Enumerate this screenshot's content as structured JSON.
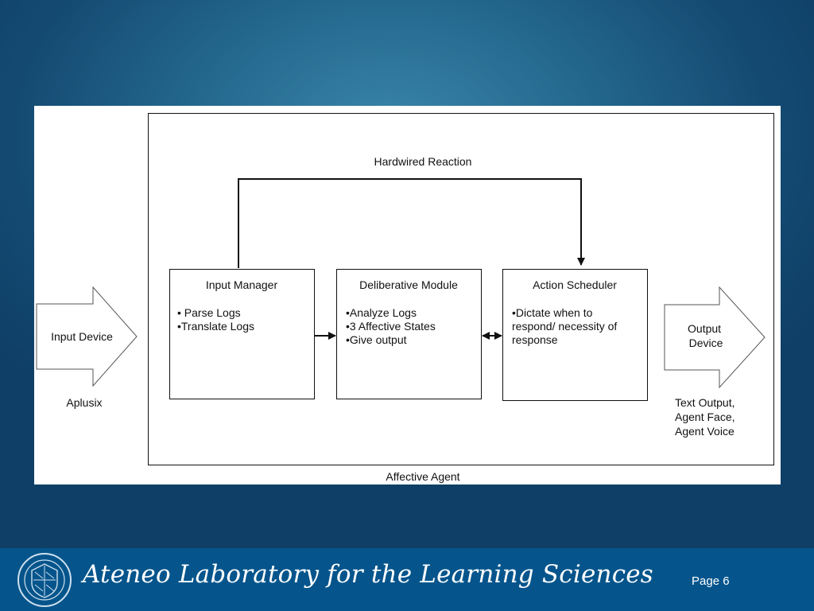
{
  "diagram": {
    "hardwired_reaction": "Hardwired Reaction",
    "container_label": "Affective Agent",
    "input_arrow": {
      "label": "Input Device",
      "caption": "Aplusix"
    },
    "output_arrow": {
      "label_lines": [
        "Output",
        "Device"
      ],
      "caption_lines": [
        "Text Output,",
        "Agent Face,",
        "Agent Voice"
      ]
    },
    "modules": [
      {
        "title": "Input Manager",
        "lines": [
          "• Parse Logs",
          "•Translate Logs"
        ]
      },
      {
        "title": "Deliberative Module",
        "lines": [
          "•Analyze Logs",
          "•3 Affective States",
          "•Give output"
        ]
      },
      {
        "title": "Action Scheduler",
        "lines": [
          "•Dictate when to",
          "respond/ necessity of",
          "response"
        ]
      }
    ]
  },
  "footer": {
    "title": "Ateneo Laboratory for the Learning Sciences",
    "page": "Page 6",
    "logo_icon": "ateneo-seal-icon"
  }
}
